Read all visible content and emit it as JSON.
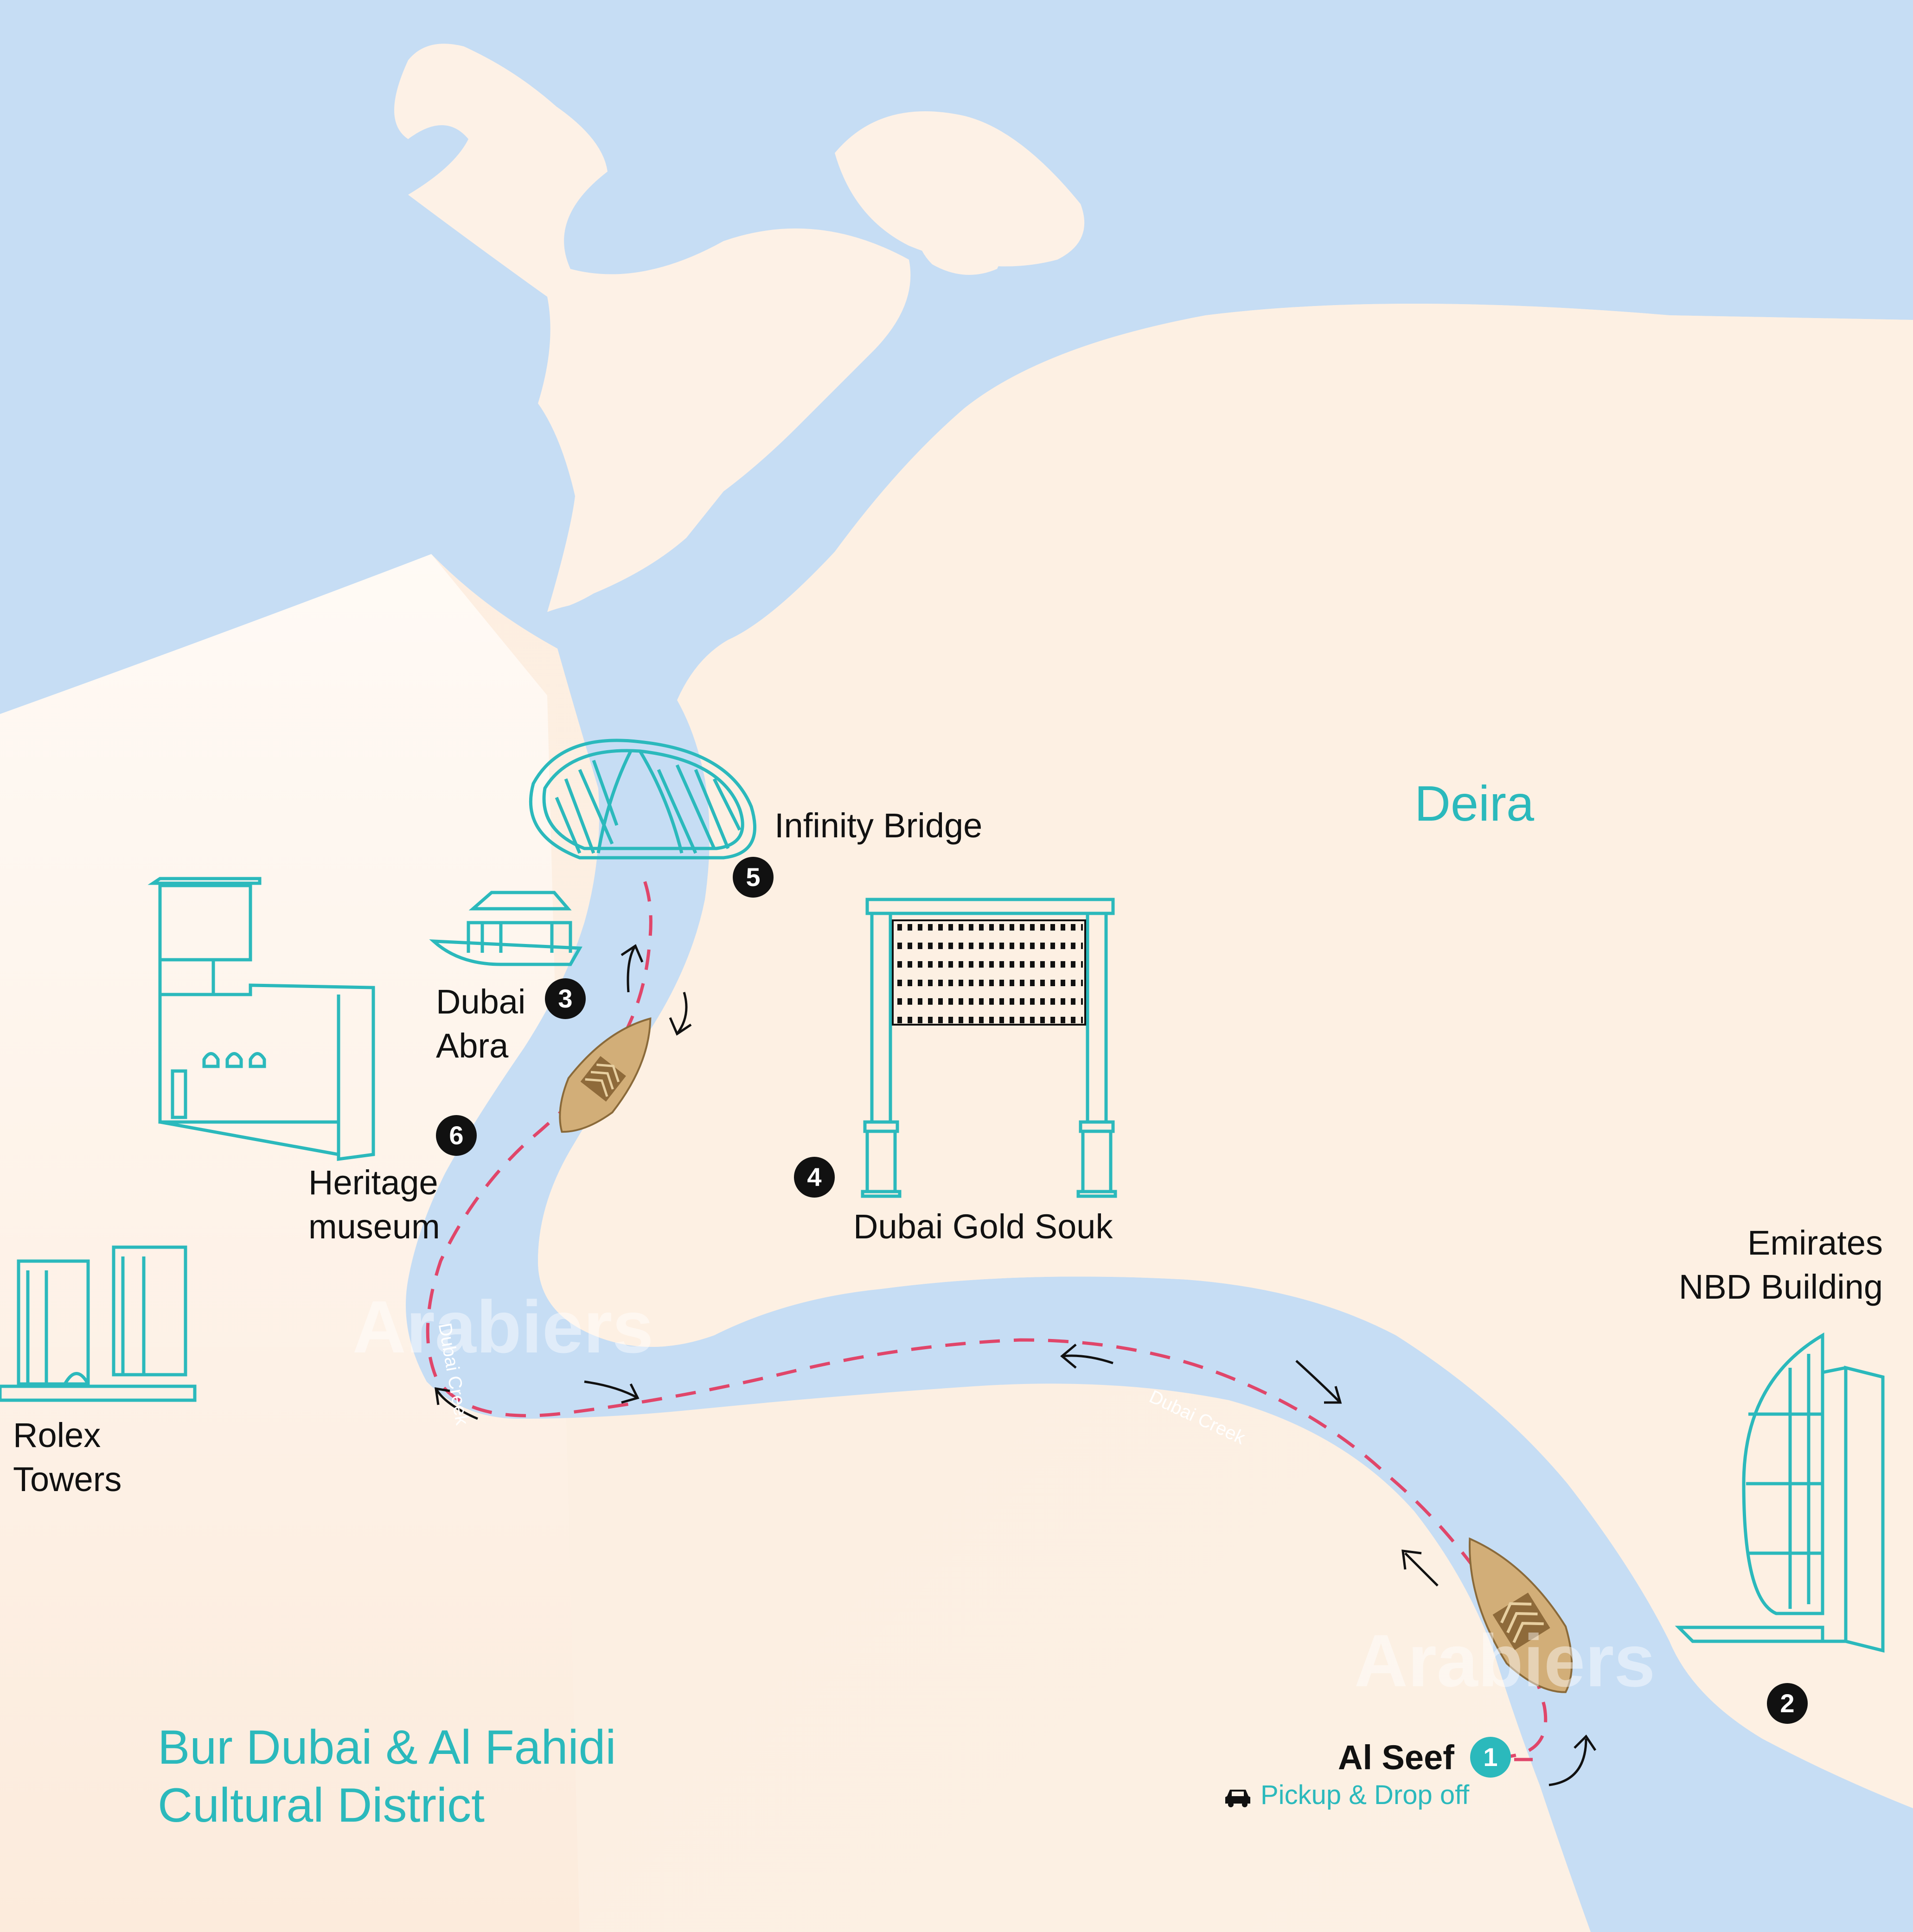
{
  "districts": {
    "deira": "Deira",
    "bur_dubai": "Bur Dubai & Al Fahidi",
    "bur_dubai_line2": "Cultural District"
  },
  "landmarks": {
    "infinity_bridge": "Infinity Bridge",
    "dubai_abra_1": "Dubai",
    "dubai_abra_2": "Abra",
    "heritage_1": "Heritage",
    "heritage_2": "museum",
    "gold_souk": "Dubai Gold Souk",
    "emirates_1": "Emirates",
    "emirates_2": "NBD  Building",
    "rolex_1": "Rolex",
    "rolex_2": "Towers",
    "al_seef": "Al Seef"
  },
  "stops": [
    "1",
    "2",
    "3",
    "4",
    "5",
    "6"
  ],
  "pickup": {
    "label": "Pickup & Drop off",
    "icon": "car-icon"
  },
  "creek_label": "Dubai Creek",
  "watermark": "Arabiers",
  "colors": {
    "water": "#c6ddf4",
    "land": "#fdf1e6",
    "teal": "#2bb9bc",
    "route": "#e0466a",
    "boat": "#d2ae78"
  }
}
